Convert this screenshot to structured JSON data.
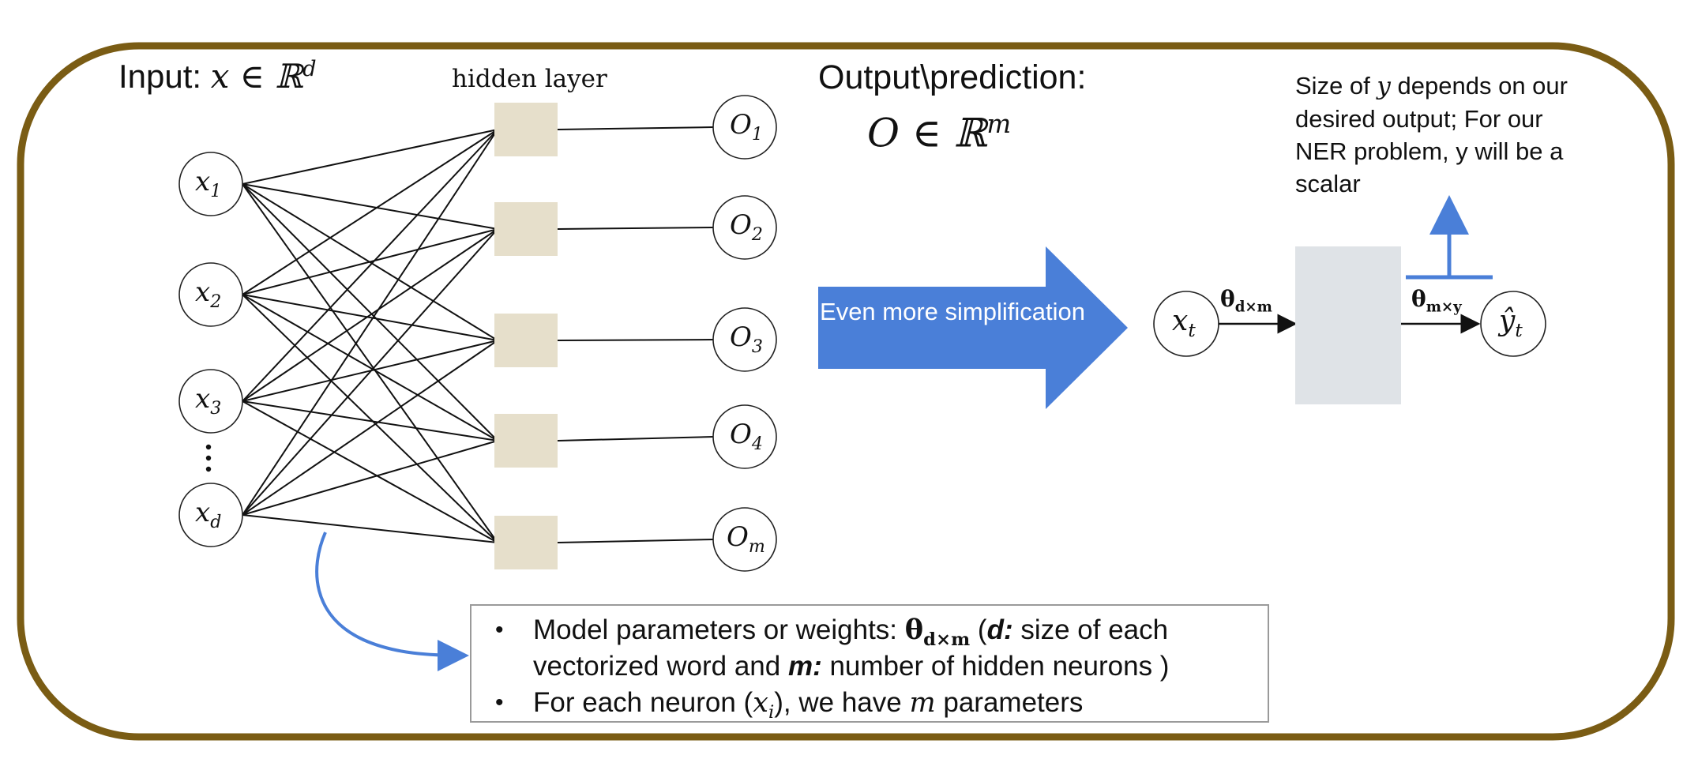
{
  "input_title": "Input: ",
  "input_math": "x ∈ ℝ",
  "input_sup": "d",
  "hidden_layer_label": "hidden layer",
  "output_title": "Output\\prediction:",
  "output_math": "O ∈ ℝ",
  "output_sup": "m",
  "input_nodes": [
    {
      "base": "x",
      "sub": "1"
    },
    {
      "base": "x",
      "sub": "2"
    },
    {
      "base": "x",
      "sub": "3"
    },
    {
      "base": "x",
      "sub": "d"
    }
  ],
  "output_nodes": [
    {
      "base": "O",
      "sub": "1"
    },
    {
      "base": "O",
      "sub": "2"
    },
    {
      "base": "O",
      "sub": "3"
    },
    {
      "base": "O",
      "sub": "4"
    },
    {
      "base": "O",
      "sub": "m"
    }
  ],
  "simplification_label": "Even more simplification",
  "simplified": {
    "input": {
      "base": "x",
      "sub": "t"
    },
    "theta_in": {
      "base": "θ",
      "sub": "d×m"
    },
    "theta_out": {
      "base": "θ",
      "sub": "m×y"
    },
    "output": {
      "base": "ŷ",
      "sub": "t"
    }
  },
  "size_note": {
    "prefix": "Size of ",
    "var": "y",
    "rest": " depends on our desired output; For our NER problem, y will be a scalar"
  },
  "notes": {
    "b1_a": "Model parameters or weights: ",
    "b1_theta": "θ",
    "b1_theta_sub": "d×m",
    "b1_b": " (",
    "b1_d": "d:",
    "b1_c": " size of each",
    "b1_line2_a": "vectorized word and ",
    "b1_m": "m:",
    "b1_line2_b": " number of hidden neurons )",
    "b2_a": "For each neuron (",
    "b2_x": "x",
    "b2_x_sub": "i",
    "b2_b": "), we have ",
    "b2_m": "m",
    "b2_c": " parameters",
    "bullet": "•"
  },
  "colors": {
    "frame": "#7a5c14",
    "hidden_node": "#e6dfcb",
    "arrow_blue": "#4a7fd8",
    "gray_box": "#dfe3e7"
  }
}
